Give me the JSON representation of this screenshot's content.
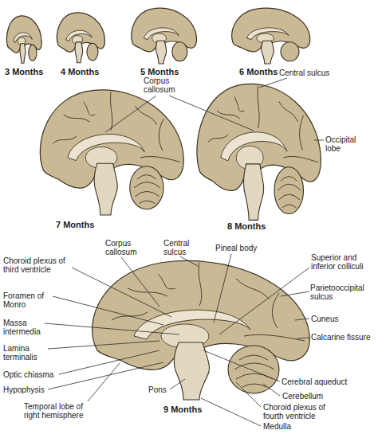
{
  "diagram": {
    "labels": [
      "3 Months",
      "4 Months",
      "5 Months",
      "6 Months",
      "Central sulcus",
      "Corpus callosum",
      "Occipital lobe",
      "7 Months",
      "8 Months",
      "Corpus callosum",
      "Central sulcus",
      "Pineal body",
      "Choroid plexus of third ventricle",
      "Superior and inferior colliculi",
      "Foramen of Monro",
      "Parietooccipital sulcus",
      "Massa intermedia",
      "Cuneus",
      "Lamina terminalis",
      "Calcarine fissure",
      "Cerebral aqueduct",
      "Optic chiasma",
      "Cerebellum",
      "Hypophysis",
      "Temporal lobe of right hemisphere",
      "Pons",
      "Choroid plexus of fourth ventricle",
      "Medulla",
      "9 Months"
    ]
  }
}
